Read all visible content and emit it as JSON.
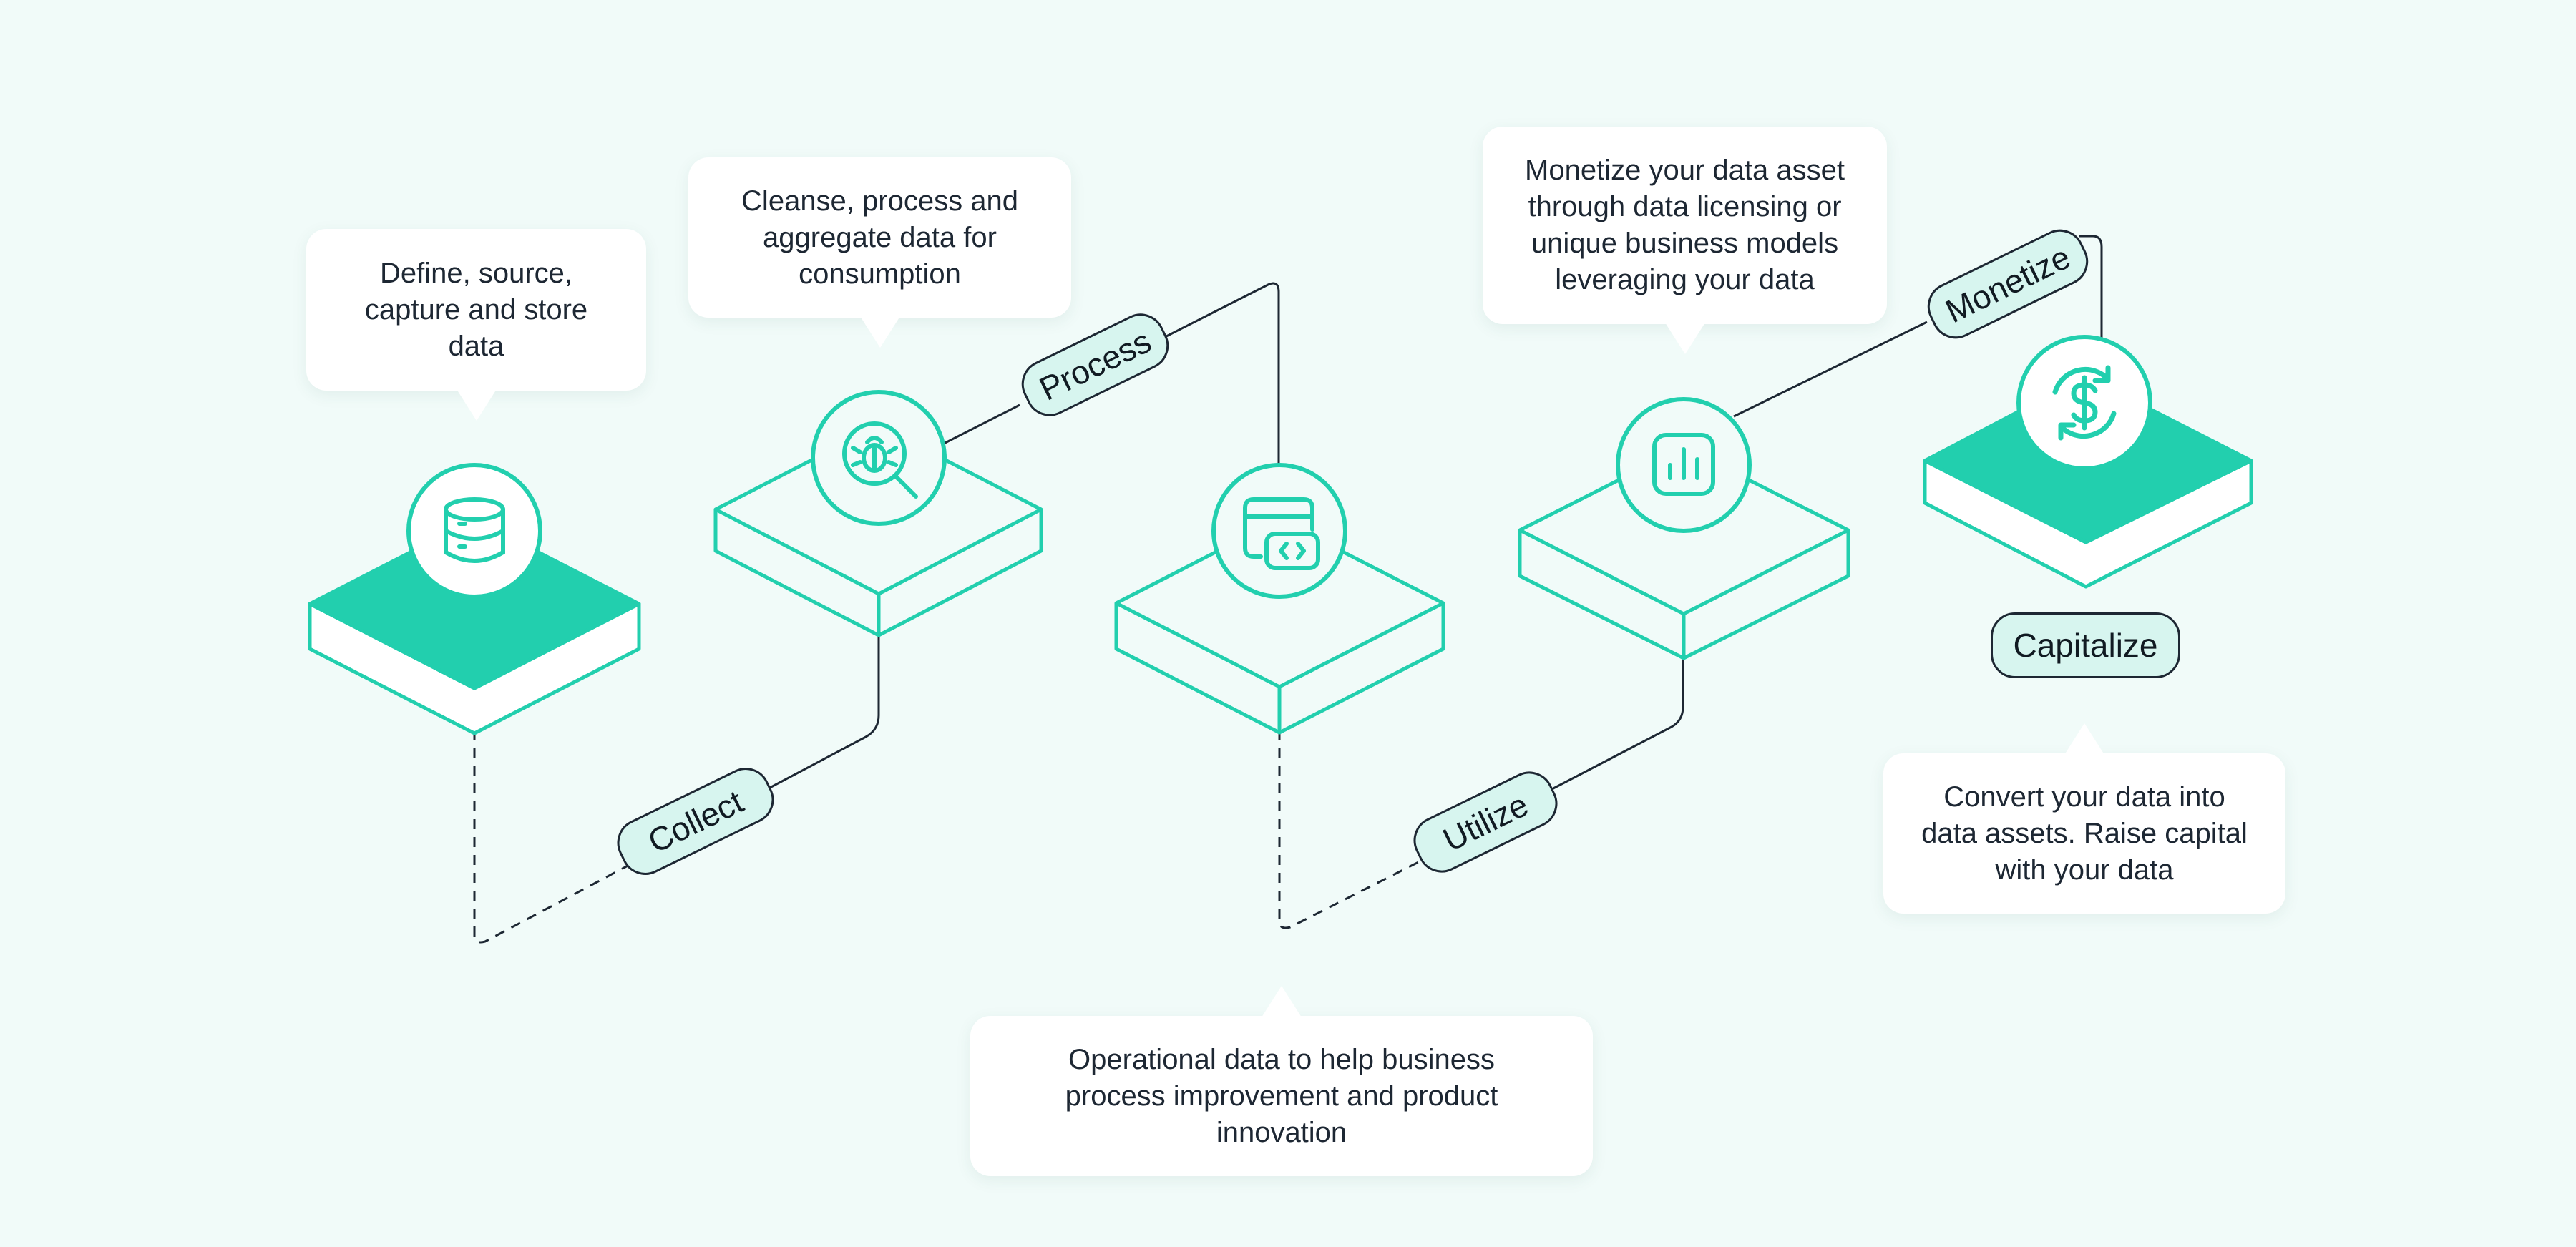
{
  "colors": {
    "background": "#f1fbf9",
    "accent": "#22cfae",
    "accent_light": "#d7f5ef",
    "line": "#1d2733",
    "text": "#1d2733"
  },
  "stages": [
    {
      "label": "Collect",
      "description": "Define, source,\ncapture and store\ndata",
      "icon": "database-icon"
    },
    {
      "label": "Process",
      "description": "Cleanse, process and\naggregate data for\nconsumption",
      "icon": "bug-search-icon"
    },
    {
      "label": "Utilize",
      "description": "Operational data to help business\nprocess improvement and product\ninnovation",
      "icon": "code-window-icon"
    },
    {
      "label": "Monetize",
      "description": "Monetize your data asset\nthrough data licensing or\nunique business models\nleveraging your data",
      "icon": "bar-chart-icon"
    },
    {
      "label": "Capitalize",
      "description": "Convert your data into\ndata assets. Raise capital\nwith your data",
      "icon": "dollar-exchange-icon"
    }
  ]
}
